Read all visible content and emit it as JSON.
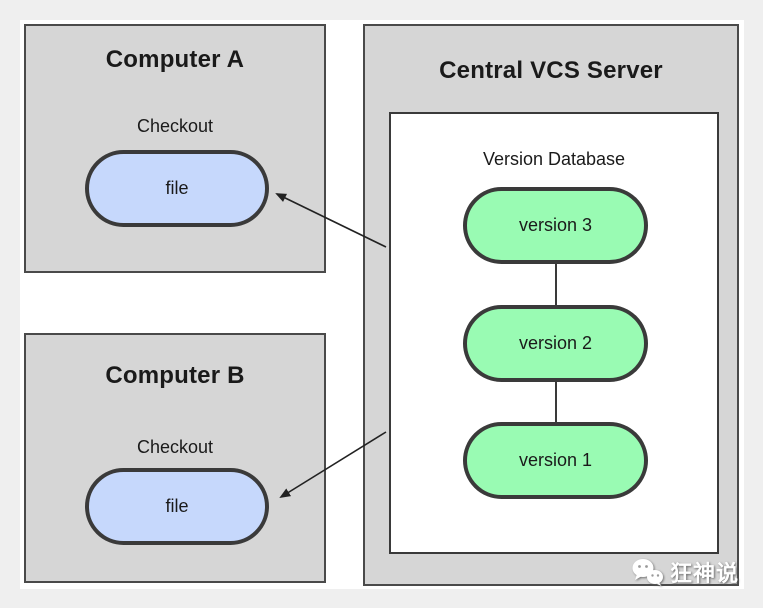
{
  "diagram": {
    "computer_a": {
      "title": "Computer A",
      "action_label": "Checkout",
      "node_label": "file"
    },
    "computer_b": {
      "title": "Computer B",
      "action_label": "Checkout",
      "node_label": "file"
    },
    "server": {
      "title": "Central VCS Server",
      "database_label": "Version Database",
      "versions": [
        {
          "label": "version 3"
        },
        {
          "label": "version 2"
        },
        {
          "label": "version 1"
        }
      ]
    },
    "edges": [
      {
        "from": "version-database",
        "to": "computer-a-file",
        "type": "arrow"
      },
      {
        "from": "version-database",
        "to": "computer-b-file",
        "type": "arrow"
      }
    ],
    "watermark": {
      "text": "狂神说",
      "icon": "wechat-icon"
    },
    "colors": {
      "page_bg": "#efefef",
      "canvas_bg": "#ffffff",
      "box_fill": "#d6d6d6",
      "box_border": "#4a4a4a",
      "file_fill": "#c6d8fc",
      "version_fill": "#99fbb3",
      "pill_border": "#3a3a3a",
      "arrow": "#222222",
      "watermark_text": "#ffffff"
    }
  }
}
